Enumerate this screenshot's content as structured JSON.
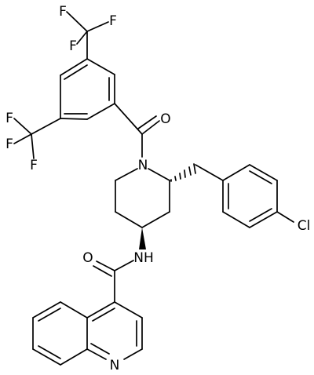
{
  "labels": {
    "f1": "F",
    "f2": "F",
    "f3": "F",
    "f4": "F",
    "f5": "F",
    "f6": "F",
    "o_benzoyl": "O",
    "n_piperidine": "N",
    "cl": "Cl",
    "nh": "NH",
    "o_amide": "O",
    "n_quinoline": "N"
  },
  "colors": {
    "bond": "#000000",
    "background": "#ffffff"
  }
}
